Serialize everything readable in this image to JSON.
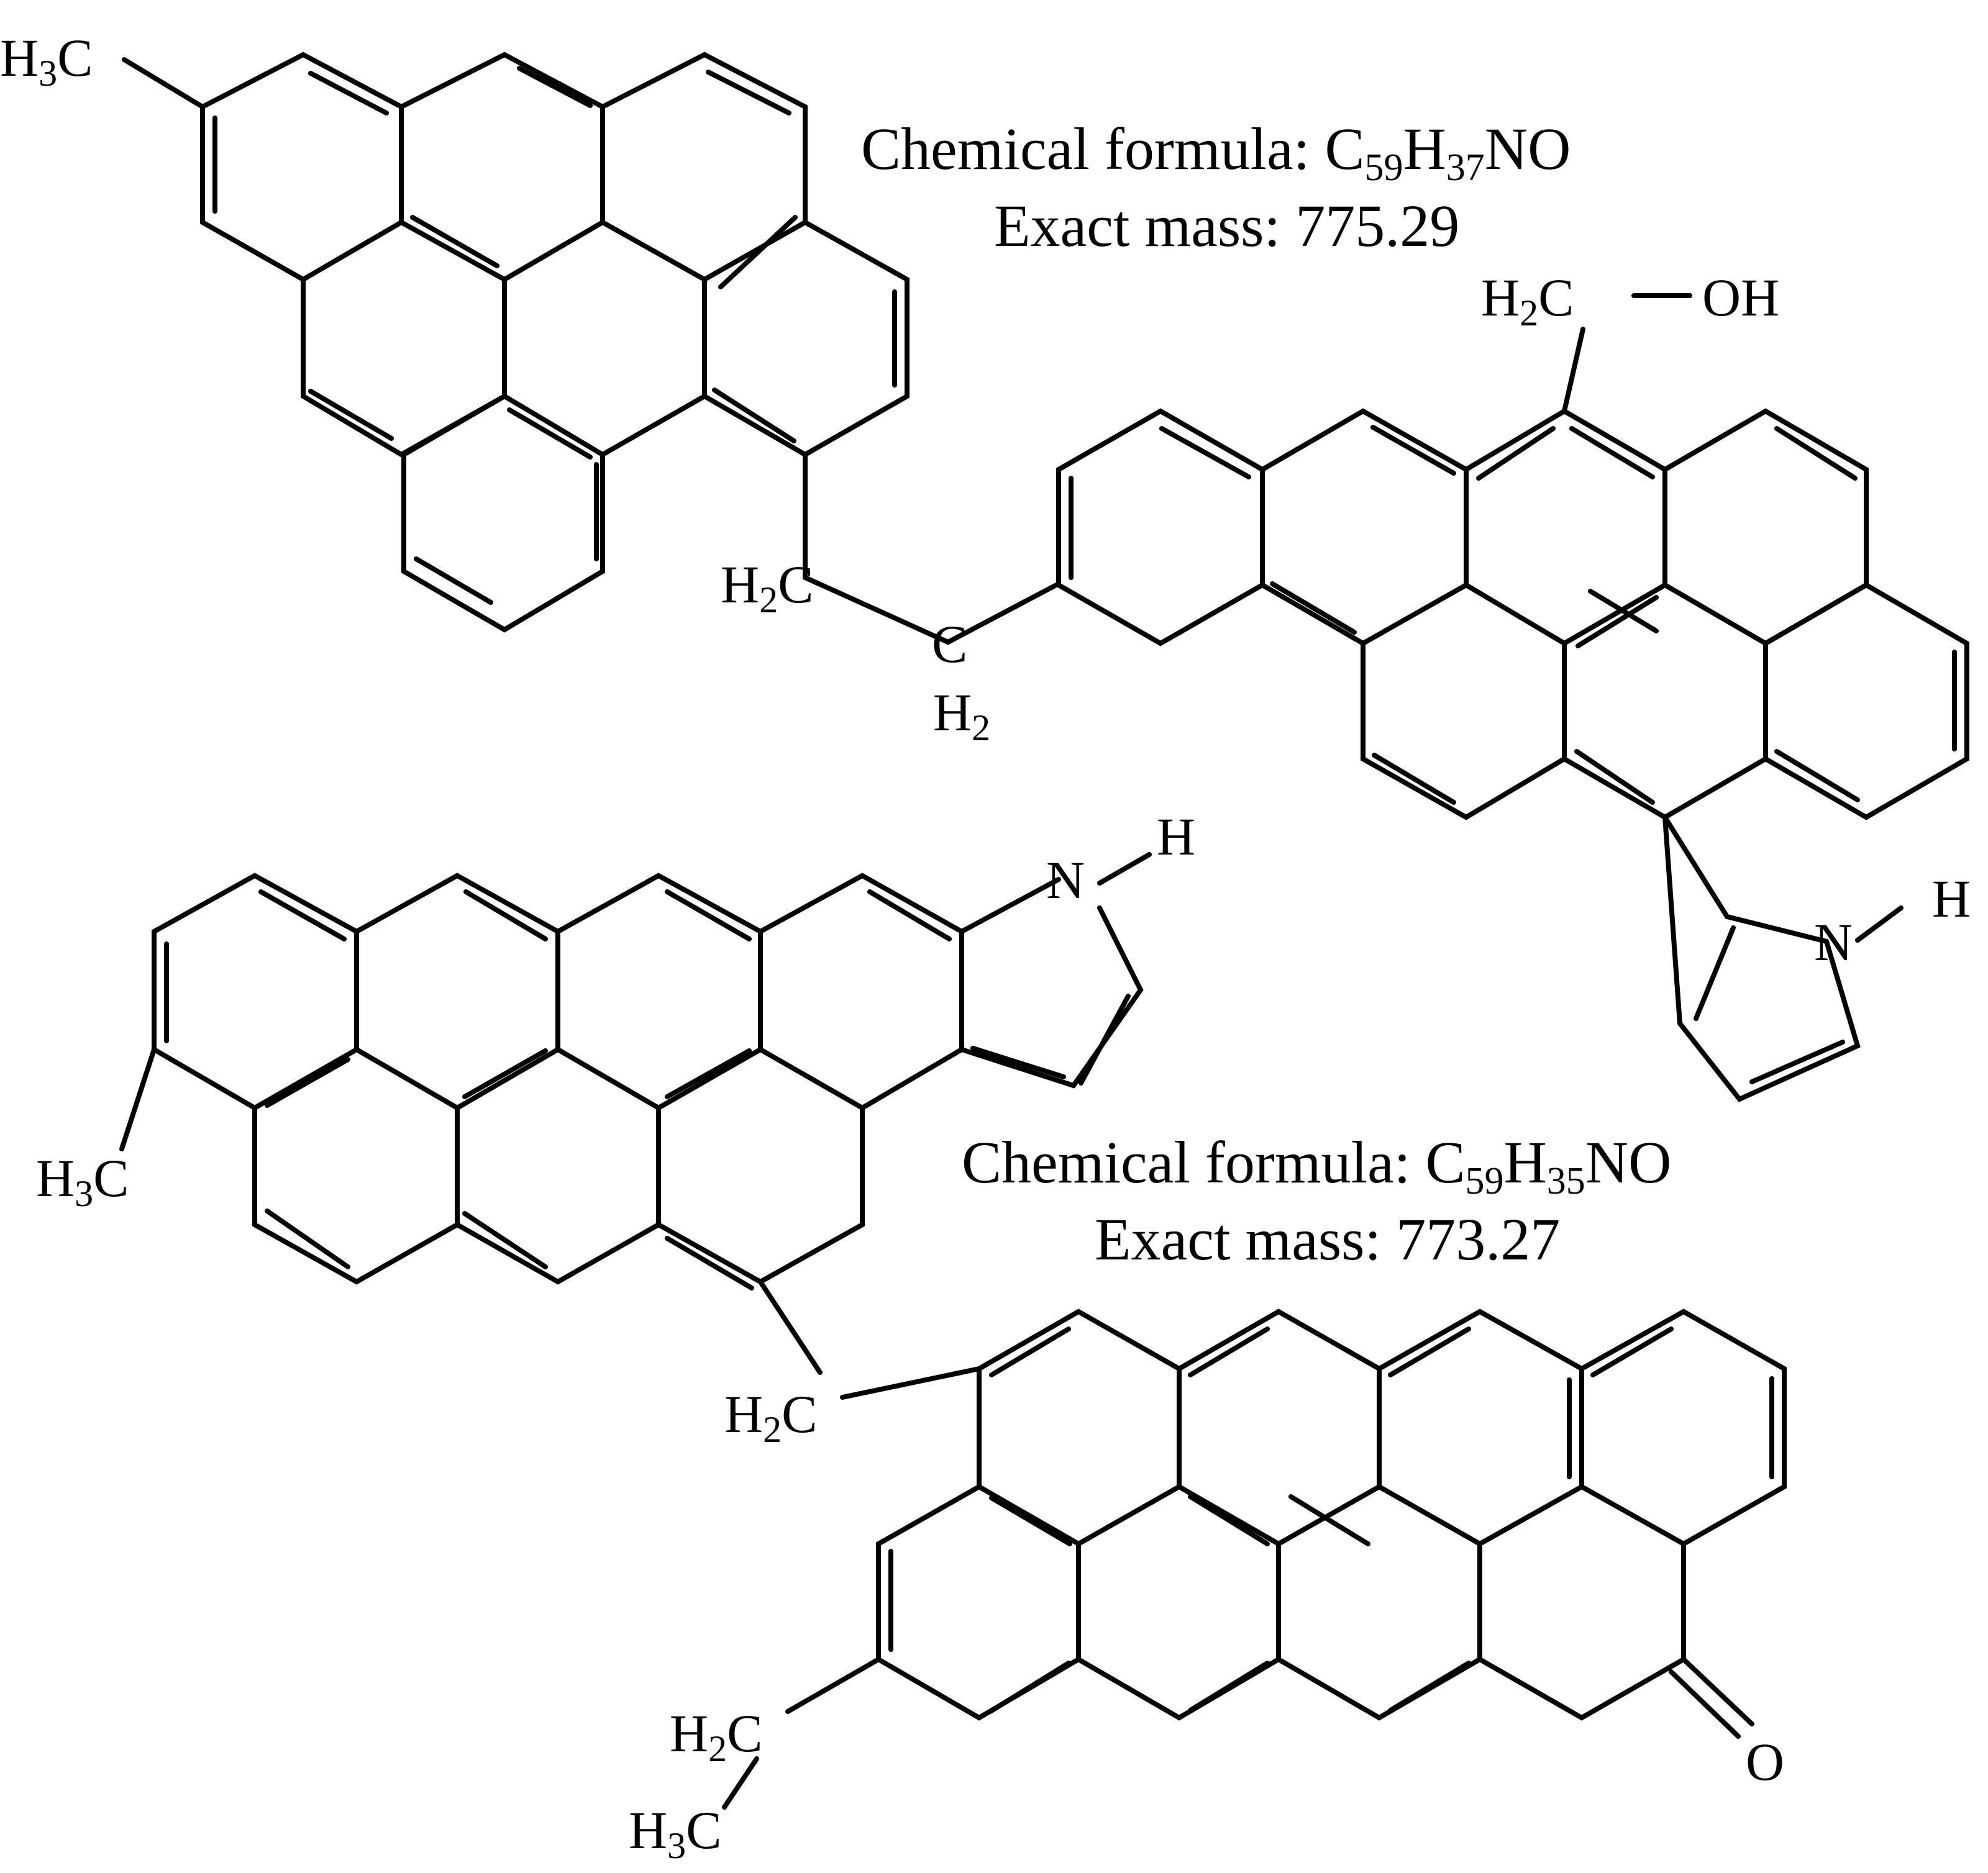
{
  "molecules": [
    {
      "formula_prefix": "Chemical formula: ",
      "formula_parts": [
        "C",
        "59",
        "H",
        "37",
        "NO"
      ],
      "mass_line": "Exact mass: 775.29",
      "groups": [
        "H3C",
        "H2C",
        "C",
        "H2",
        "H2C",
        "OH",
        "N",
        "H"
      ]
    },
    {
      "formula_prefix": "Chemical formula: ",
      "formula_parts": [
        "C",
        "59",
        "H",
        "35",
        "NO"
      ],
      "mass_line": "Exact mass: 773.27",
      "groups": [
        "N",
        "H",
        "H3C",
        "H2C",
        "O",
        "H2C",
        "H3C"
      ]
    }
  ],
  "colors": {
    "ink": "#000000",
    "background": "#ffffff"
  }
}
